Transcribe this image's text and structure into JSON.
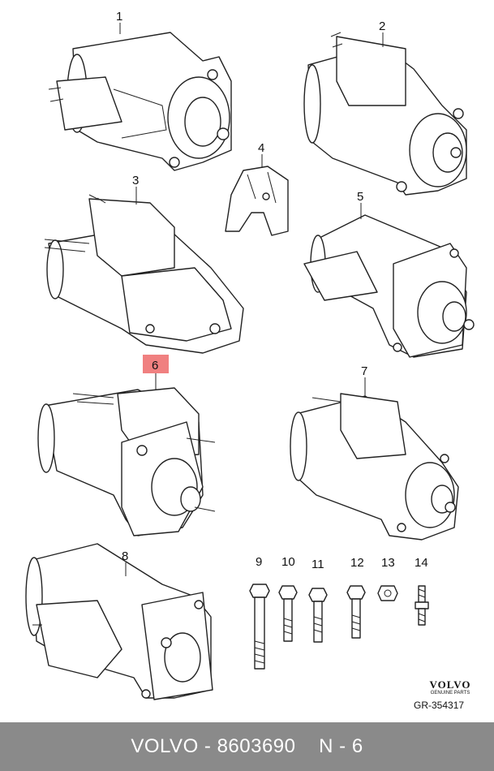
{
  "callouts": {
    "c1": "1",
    "c2": "2",
    "c3": "3",
    "c4": "4",
    "c5": "5",
    "c6": "6",
    "c7": "7",
    "c8": "8",
    "c9": "9",
    "c10": "10",
    "c11": "11",
    "c12": "12",
    "c13": "13",
    "c14": "14"
  },
  "highlight_color": "#f08080",
  "brand": {
    "name": "VOLVO",
    "sub": "GENUINE PARTS"
  },
  "reference": "GR-354317",
  "footer": {
    "brand": "VOLVO",
    "sep": " - ",
    "part_number": "8603690",
    "position": "N - 6"
  }
}
